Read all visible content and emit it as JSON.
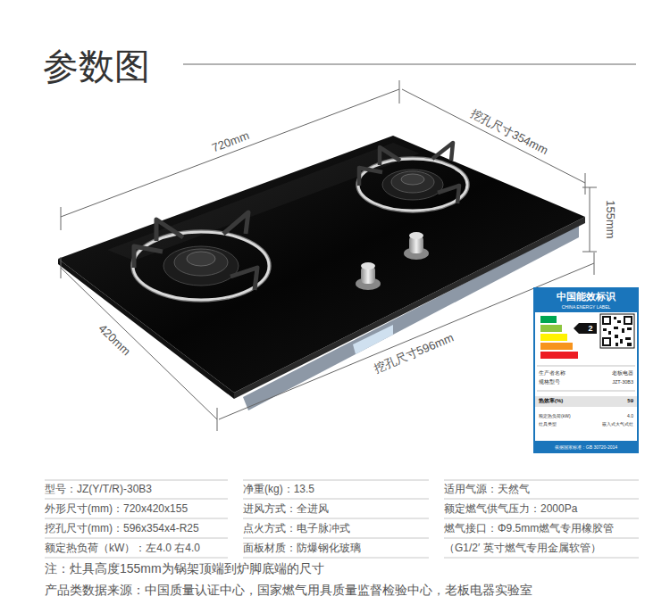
{
  "diagram": {
    "title": "参数图",
    "nodes": [
      {
        "text": [
          "中国能效标识",
          "CHINA ENERGY LABEL",
          "2",
          "生产者名称",
          "老板电器",
          "规格型号",
          "JZT-30B3",
          "热效率(%)",
          "59",
          "额定热负荷(kW)",
          "4.0",
          "灶具类型",
          "嵌入式大气式灶",
          "依据国家标准：GB 30720-2014"
        ]
      }
    ],
    "labels": [
      "720mm",
      "挖孔尺寸354mm",
      "155mm",
      "420mm",
      "挖孔尺寸596mm",
      "型号：JZ(Y/T/R)-30B3",
      "外形尺寸(mm)：720x420x155",
      "挖孔尺寸(mm)：596x354x4-R25",
      "额定热负荷（kW）：左4.0 右4.0",
      "净重(kg)：13.5",
      "进风方式：全进风",
      "点火方式：电子脉冲式",
      "面板材质：防爆钢化玻璃",
      "适用气源：天然气",
      "额定燃气供气压力：2000Pa",
      "燃气接口：Φ9.5mm燃气专用橡胶管",
      "（G1/2′ 英寸燃气专用金属软管）",
      "注：灶具高度155mm为锅架顶端到炉脚底端的尺寸",
      "产品类数据来源：中国质量认证中心，国家燃气用具质量监督检验中心，老板电器实验室"
    ]
  }
}
